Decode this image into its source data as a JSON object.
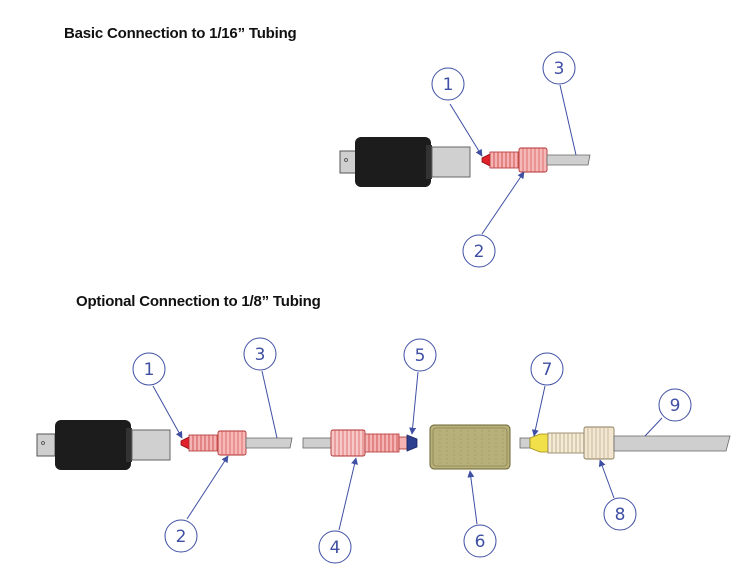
{
  "diagram": {
    "title_basic": "Basic Connection to 1/16” Tubing",
    "title_optional": "Optional Connection to 1/8” Tubing"
  },
  "callouts_basic": [
    "1",
    "2",
    "3"
  ],
  "callouts_optional": [
    "1",
    "2",
    "3",
    "4",
    "5",
    "6",
    "7",
    "8",
    "9"
  ],
  "colors": {
    "sensor_body": "#1c1c1c",
    "metal": "#d2d2d2",
    "red_fitting": "#f5a3a3",
    "red_ferrule": "#e0202a",
    "blue_ferrule": "#2d3f8f",
    "union": "#b8b07a",
    "yellow_ferrule": "#f2e04a",
    "tan_nut": "#f2e6d0",
    "leader": "#3f4fa3"
  }
}
